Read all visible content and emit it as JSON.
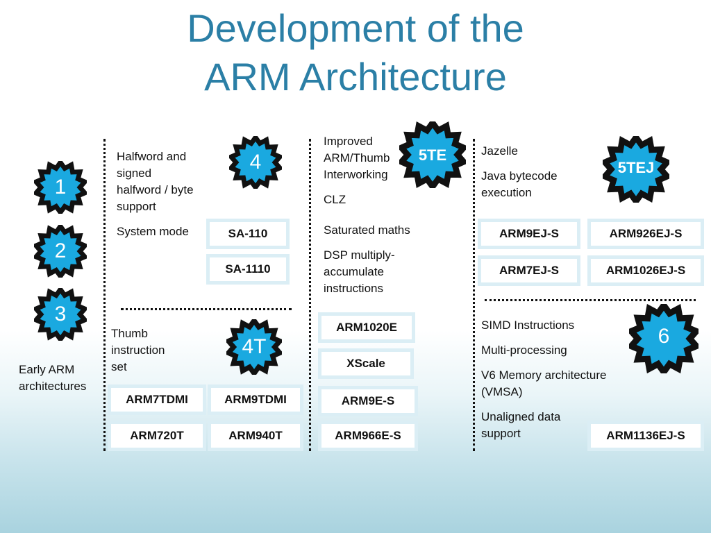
{
  "title": {
    "line1": "Development of the",
    "line2": "ARM Architecture"
  },
  "colors": {
    "title": "#2b7fa6",
    "star_fill": "#1aa9e0",
    "star_edge": "#111111",
    "chip_border": "#dbeef5"
  },
  "badges": {
    "b1": "1",
    "b2": "2",
    "b3": "3",
    "b4": "4",
    "b4t": "4T",
    "b5te": "5TE",
    "b5tej": "5TEJ",
    "b6": "6"
  },
  "col1": {
    "early": "Early ARM architectures"
  },
  "col2": {
    "v4_features": [
      "Halfword and signed halfword / byte support",
      "System mode"
    ],
    "v4_chips": [
      "SA-110",
      "SA-1110"
    ],
    "v4t_features": [
      "Thumb instruction set"
    ],
    "v4t_chips": [
      "ARM7TDMI",
      "ARM9TDMI",
      "ARM720T",
      "ARM940T"
    ]
  },
  "col3": {
    "features": [
      "Improved ARM/Thumb Interworking",
      "CLZ",
      "Saturated maths",
      "DSP multiply-accumulate instructions"
    ],
    "chips": [
      "ARM1020E",
      "XScale",
      "ARM9E-S",
      "ARM966E-S"
    ]
  },
  "col4": {
    "v5tej_features": [
      "Jazelle",
      "Java bytecode execution"
    ],
    "v5tej_chips": [
      "ARM9EJ-S",
      "ARM926EJ-S",
      "ARM7EJ-S",
      "ARM1026EJ-S"
    ],
    "v6_features": [
      "SIMD Instructions",
      "Multi-processing",
      "V6 Memory architecture (VMSA)",
      "Unaligned data support"
    ],
    "v6_chips": [
      "ARM1136EJ-S"
    ]
  }
}
